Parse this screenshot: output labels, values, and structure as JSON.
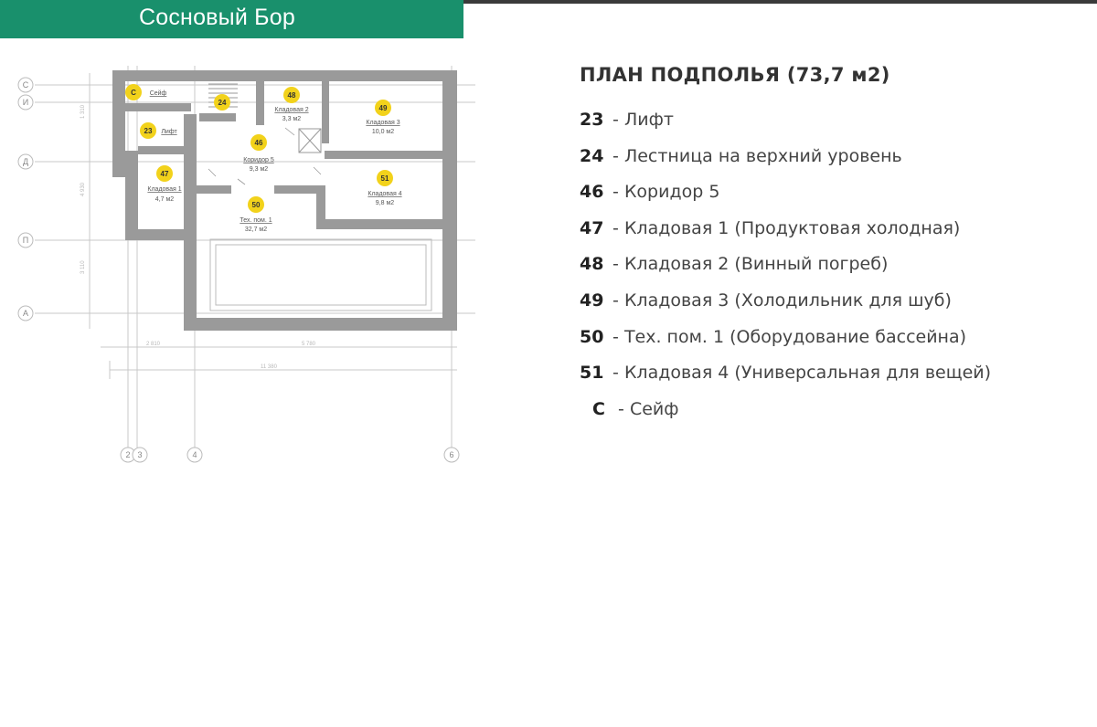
{
  "header": {
    "title": "Сосновый Бор"
  },
  "legend": {
    "title": "ПЛАН ПОДПОЛЬЯ (73,7 м2)",
    "items": [
      {
        "code": "23",
        "text": "Лифт"
      },
      {
        "code": "24",
        "text": "Лестница на верхний уровень"
      },
      {
        "code": "46",
        "text": "Коридор 5"
      },
      {
        "code": "47",
        "text": "Кладовая 1 (Продуктовая холодная)"
      },
      {
        "code": "48",
        "text": "Кладовая 2 (Винный погреб)"
      },
      {
        "code": "49",
        "text": "Кладовая 3 (Холодильник для шуб)"
      },
      {
        "code": "50",
        "text": "Тех. пом. 1 (Оборудование бассейна)"
      },
      {
        "code": "51",
        "text": "Кладовая 4 (Универсальная для вещей)"
      },
      {
        "code": "С",
        "text": "Сейф"
      }
    ]
  },
  "plan": {
    "axes_left": [
      "С",
      "И",
      "Д",
      "П",
      "А"
    ],
    "axes_bottom": [
      "2",
      "3",
      "4",
      "6"
    ],
    "rooms": [
      {
        "badge": "С",
        "name": "Сейф",
        "area": ""
      },
      {
        "badge": "23",
        "name": "Лифт",
        "area": ""
      },
      {
        "badge": "24",
        "name": "",
        "area": ""
      },
      {
        "badge": "48",
        "name": "Кладовая 2",
        "area": "3,3 м2"
      },
      {
        "badge": "49",
        "name": "Кладовая 3",
        "area": "10,0 м2"
      },
      {
        "badge": "46",
        "name": "Коридор 5",
        "area": "9,3 м2"
      },
      {
        "badge": "47",
        "name": "Кладовая 1",
        "area": "4,7 м2"
      },
      {
        "badge": "51",
        "name": "Кладовая 4",
        "area": "9,8 м2"
      },
      {
        "badge": "50",
        "name": "Тех. пом. 1",
        "area": "32,7 м2"
      }
    ]
  },
  "colors": {
    "header": "#19906c",
    "wall": "#9a9a9a",
    "badge": "#f2d21b"
  }
}
